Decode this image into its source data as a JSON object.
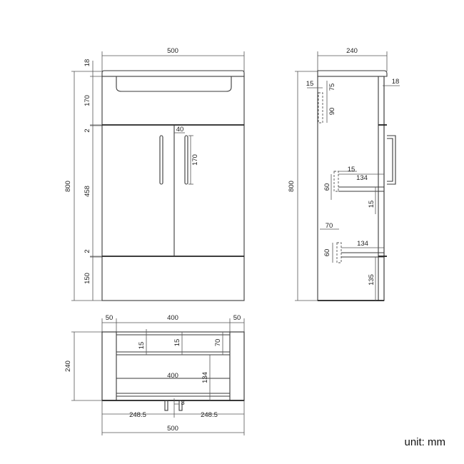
{
  "unit_note": "unit: mm",
  "front": {
    "width": "500",
    "height": "800",
    "top": "18",
    "basin": "170",
    "gap_upper": "2",
    "door": "458",
    "gap_lower": "2",
    "plinth": "150",
    "handle_offset": "40",
    "handle_len": "170"
  },
  "side": {
    "depth": "240",
    "height": "800",
    "top": "18",
    "notch_w": "15",
    "notch_top": "75",
    "notch_h": "90",
    "shelf1_t": "15",
    "shelf1_depth": "134",
    "shelf1_h": "60",
    "shelf1_gap": "15",
    "shelf2_off": "70",
    "shelf2_depth": "134",
    "shelf2_h": "60",
    "shelf2_bottom": "135"
  },
  "plan": {
    "side_l": "50",
    "inner": "400",
    "side_r": "50",
    "depth": "240",
    "back1": "15",
    "back2": "15",
    "back3": "70",
    "shelf_w": "400",
    "shelf_d": "134",
    "gap": "3",
    "half_l": "248.5",
    "half_r": "248.5",
    "total": "500"
  }
}
